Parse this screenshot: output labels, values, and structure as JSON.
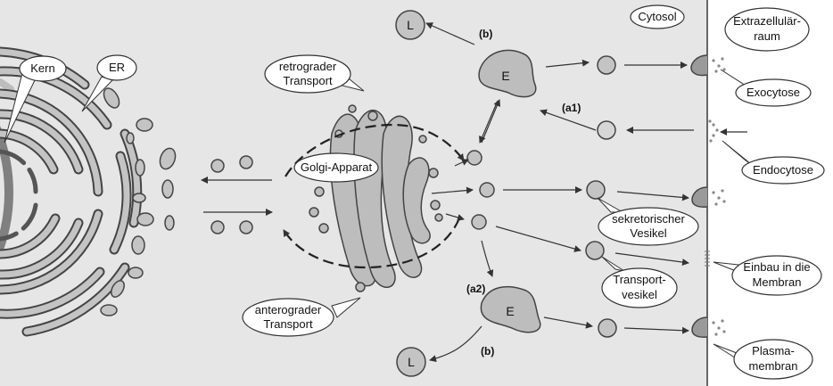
{
  "labels": {
    "kern": "Kern",
    "er": "ER",
    "retrograde_1": "retrograder",
    "retrograde_2": "Transport",
    "golgi": "Golgi-Apparat",
    "anterograde_1": "anterograder",
    "anterograde_2": "Transport",
    "cytosol": "Cytosol",
    "extra_1": "Extrazellulär-",
    "extra_2": "raum",
    "exocytose": "Exocytose",
    "endocytose": "Endocytose",
    "sekret_1": "sekretorischer",
    "sekret_2": "Vesikel",
    "einbau_1": "Einbau in die",
    "einbau_2": "Membran",
    "transport_1": "Transport-",
    "transport_2": "vesikel",
    "plasma_1": "Plasma-",
    "plasma_2": "membran",
    "b_top": "(b)",
    "b_bottom": "(b)",
    "a1": "(a1)",
    "a2": "(a2)",
    "L_top": "L",
    "L_bottom": "L",
    "E_top": "E",
    "E_bottom": "E"
  },
  "colors": {
    "background": "#e8e8e8",
    "organelle_fill": "#bdbdbd",
    "organelle_stroke": "#444444",
    "nucleus_fill": "#9a9a9a",
    "membrane": "#555555"
  }
}
